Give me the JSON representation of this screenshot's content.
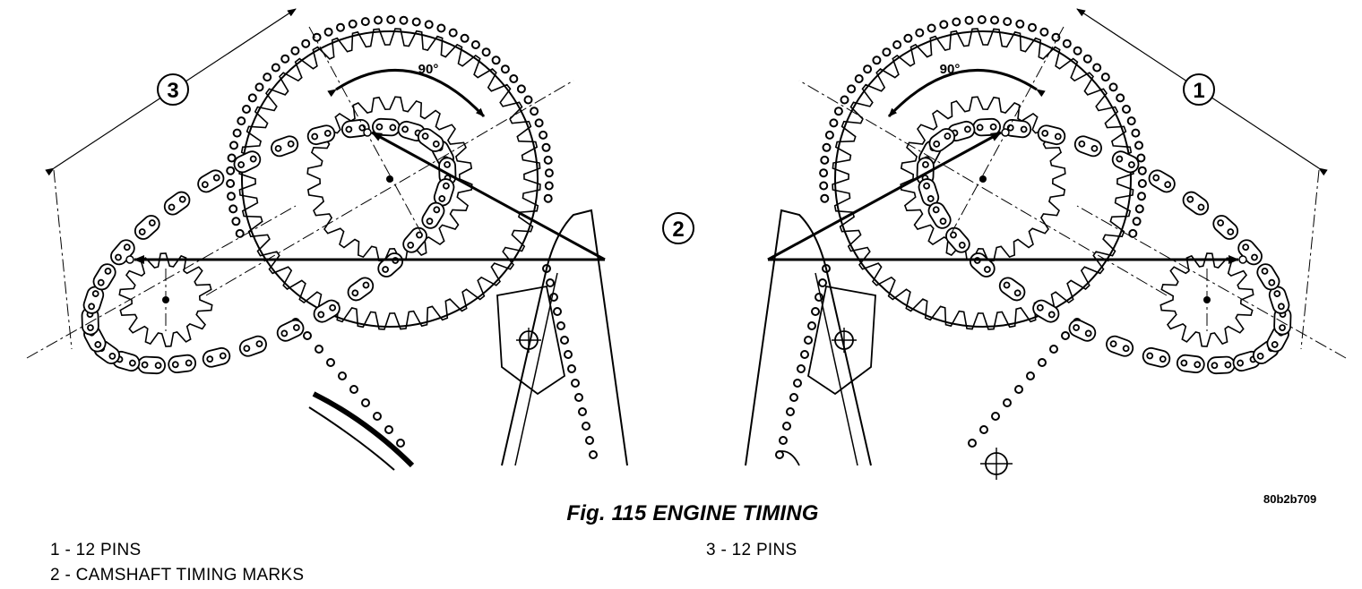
{
  "figure": {
    "title": "Fig. 115 ENGINE TIMING",
    "code": "80b2b709"
  },
  "callouts": [
    {
      "number": "1"
    },
    {
      "number": "2"
    },
    {
      "number": "3"
    }
  ],
  "angle_label": "90°",
  "legend": [
    {
      "text": "1 - 12 PINS"
    },
    {
      "text": "2 - CAMSHAFT TIMING MARKS"
    },
    {
      "text": "3 - 12 PINS"
    }
  ]
}
